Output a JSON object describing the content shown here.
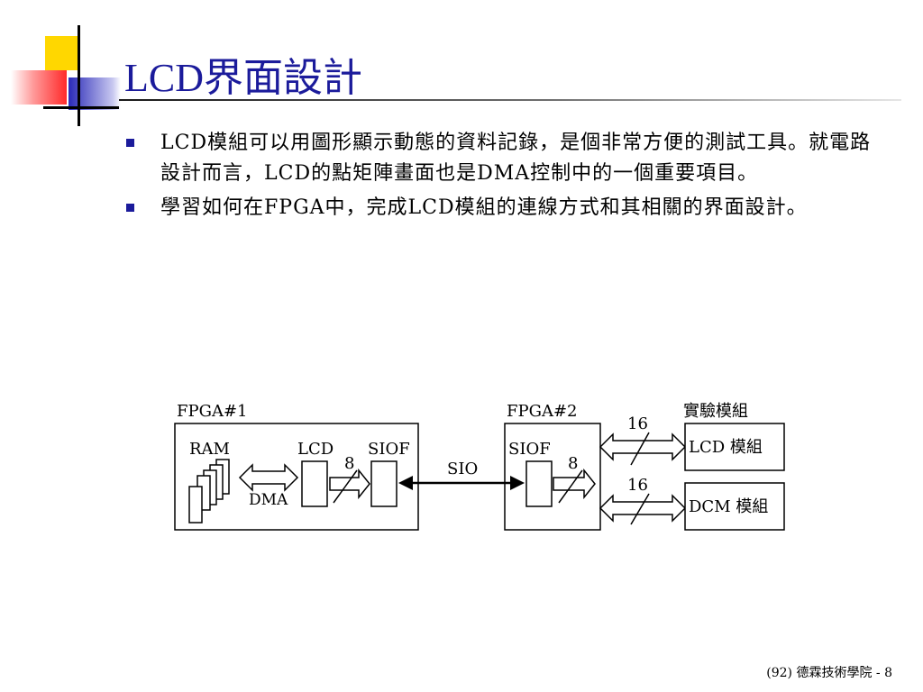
{
  "slide": {
    "title": "LCD界面設計",
    "bullets": [
      "LCD模組可以用圖形顯示動態的資料記錄，是個非常方便的測試工具。就電路設計而言，LCD的點矩陣畫面也是DMA控制中的一個重要項目。",
      "學習如何在FPGA中，完成LCD模組的連線方式和其相關的界面設計。"
    ],
    "footer": "(92) 德霖技術學院 - 8"
  },
  "diagram": {
    "fpga1": {
      "title": "FPGA#1",
      "ram": "RAM",
      "lcd": "LCD",
      "siof": "SIOF",
      "dma": "DMA",
      "bus_width": "8"
    },
    "link": "SIO",
    "fpga2": {
      "title": "FPGA#2",
      "siof": "SIOF",
      "bus_width": "8"
    },
    "modules": {
      "title": "實驗模組",
      "lcd_module": "LCD 模組",
      "dcm_module": "DCM 模組",
      "lcd_bus_width": "16",
      "dcm_bus_width": "16"
    }
  },
  "colors": {
    "title": "#1b1b9b",
    "bullet": "#1b1b9b",
    "deco_yellow": "#ffd700",
    "deco_blue": "#3a3ad0",
    "deco_red": "#ff3030"
  }
}
